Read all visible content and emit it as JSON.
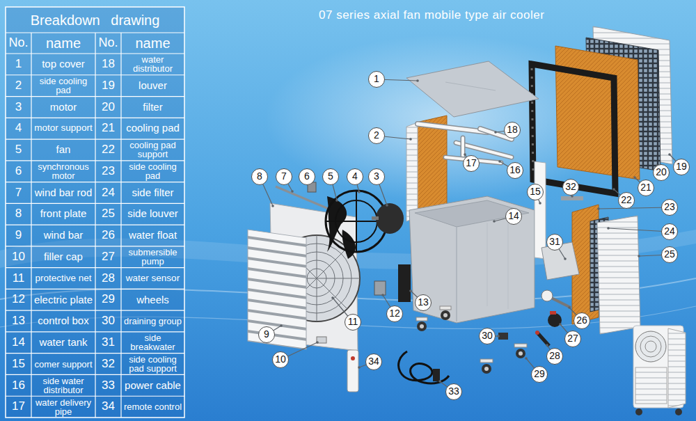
{
  "diagram": {
    "title": "07 series axial fan mobile type air cooler",
    "labels": [
      "Breakdown drawing",
      "No.",
      "name",
      "No.",
      "name",
      "1",
      "top cover",
      "18",
      "water distributor",
      "2",
      "side cooling pad",
      "19",
      "louver",
      "3",
      "motor",
      "20",
      "filter",
      "4",
      "motor support",
      "21",
      "cooling pad",
      "5",
      "fan",
      "22",
      "cooling pad support",
      "6",
      "synchronous motor",
      "23",
      "side cooling pad",
      "7",
      "wind bar rod",
      "24",
      "side filter",
      "8",
      "front plate",
      "25",
      "side louver",
      "9",
      "wind bar",
      "26",
      "water float",
      "10",
      "filler cap",
      "27",
      "submersible pump",
      "11",
      "protective net",
      "28",
      "water sensor",
      "12",
      "electric plate",
      "29",
      "wheels",
      "13",
      "control box",
      "30",
      "draining group",
      "14",
      "water tank",
      "31",
      "side breakwater",
      "15",
      "comer support",
      "32",
      "side cooling pad support",
      "16",
      "side water distributor",
      "33",
      "power cable",
      "17",
      "water delivery pipe",
      "34",
      "remote control",
      "1",
      "2",
      "3",
      "4",
      "5",
      "6",
      "7",
      "8",
      "9",
      "10",
      "11",
      "12",
      "13",
      "14",
      "15",
      "16",
      "17",
      "18",
      "19",
      "20",
      "21",
      "22",
      "23",
      "24",
      "25",
      "26",
      "27",
      "28",
      "29",
      "30",
      "31",
      "32",
      "33",
      "34"
    ]
  }
}
